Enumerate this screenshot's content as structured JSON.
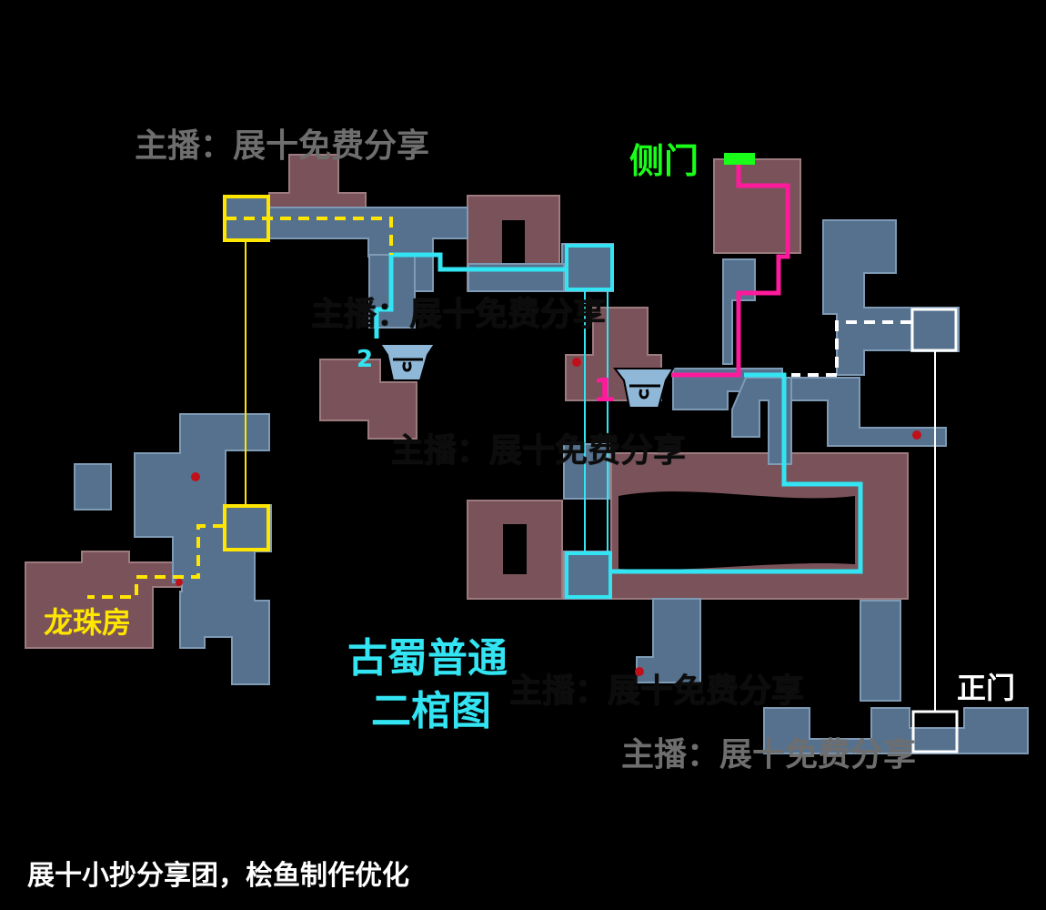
{
  "map": {
    "title_line1": "古蜀普通",
    "title_line2": "二棺图",
    "side_gate": "侧门",
    "main_gate": "正门",
    "dragon_pearl_room": "龙珠房",
    "coffin_1": "1",
    "coffin_2": "2",
    "watermarks": [
      "主播：展十免费分享",
      "主播：展十免费分享",
      "主播：展十免费分享",
      "主播：展十免费分享",
      "主播：展十免费分享"
    ],
    "footer": "展十小抄分享团，桧鱼制作优化"
  },
  "colors": {
    "route_cyan": "#33e4f2",
    "route_magenta": "#ff1a9c",
    "route_yellow": "#ffe600",
    "side_gate_green": "#19ff19",
    "room_blue": "#56718e",
    "room_pink": "#7a5259"
  }
}
